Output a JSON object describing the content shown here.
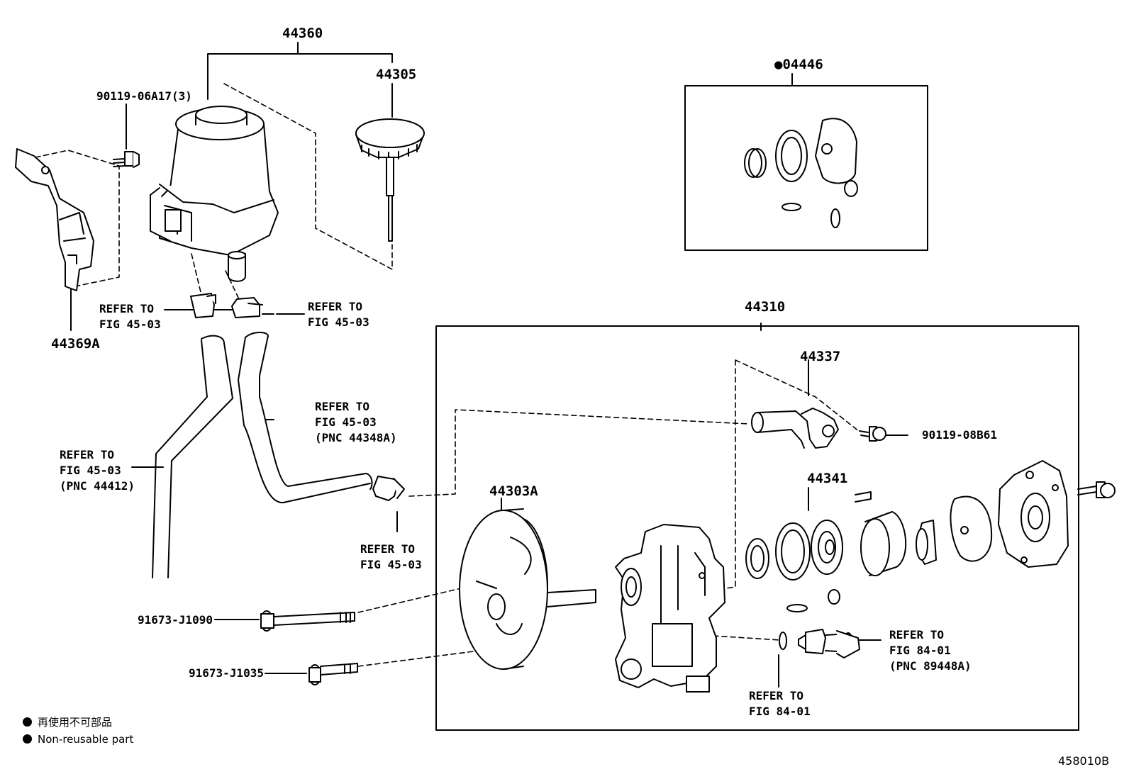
{
  "part_numbers": {
    "reservoir_assy": "44360",
    "cap": "44305",
    "bolt_reservoir": "90119-06A17(3)",
    "bracket": "44369A",
    "gasket_kit": "●04446",
    "pump_assy": "44310",
    "union": "44337",
    "union_bolt": "90119-08B61",
    "valve": "44341",
    "pulley": "44303A",
    "bolt_long": "91673-J1090",
    "bolt_short": "91673-J1035"
  },
  "references": {
    "clamp_left": "REFER TO\nFIG 45-03",
    "clamp_right": "REFER TO\nFIG 45-03",
    "hose_return": "REFER TO\nFIG 45-03\n(PNC 44412)",
    "hose_supply": "REFER TO\nFIG 45-03\n(PNC 44348A)",
    "clamp_inlet": "REFER TO\nFIG 45-03",
    "switch": "REFER TO\nFIG 84-01\n(PNC 89448A)",
    "o_ring": "REFER TO\nFIG 84-01"
  },
  "legend": {
    "japanese": "再使用不可部品",
    "english": "Non-reusable part"
  },
  "illustration_id": "458010B"
}
